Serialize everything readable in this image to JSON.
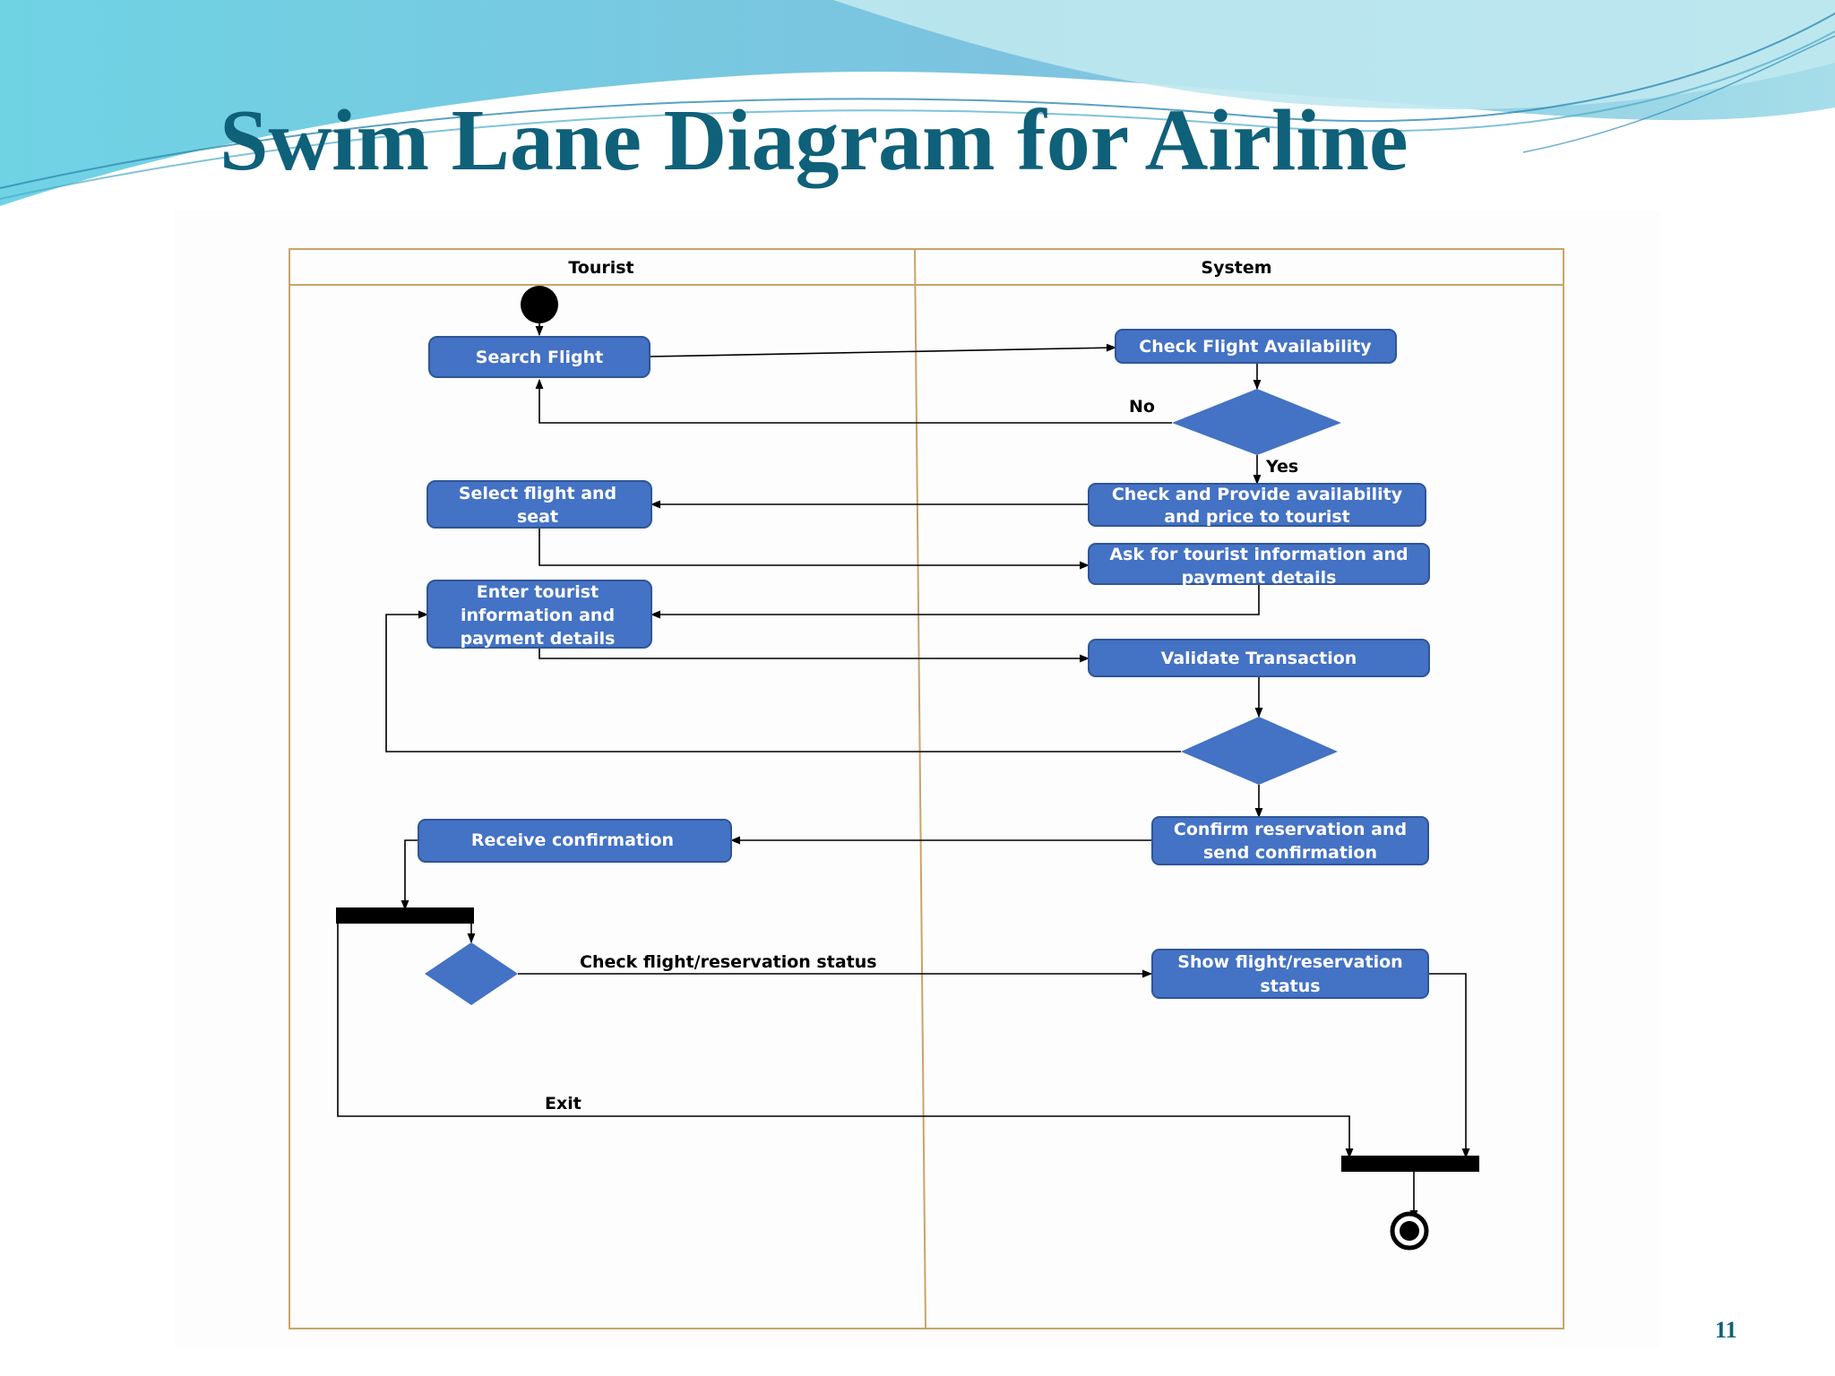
{
  "slide": {
    "title": "Swim Lane Diagram for Airline",
    "page_number": "11",
    "colors": {
      "title": "#0f6079",
      "wave_light": "#a9e2ec",
      "wave_mid": "#6cc6dd",
      "wave_dark": "#3b9fc4"
    }
  },
  "diagram": {
    "lanes": [
      {
        "id": "tourist",
        "title": "Tourist"
      },
      {
        "id": "system",
        "title": "System"
      }
    ],
    "nodes": {
      "search_flight": {
        "type": "action",
        "lane": "tourist",
        "lines": [
          "Search Flight"
        ]
      },
      "select_flight": {
        "type": "action",
        "lane": "tourist",
        "lines": [
          "Select flight and",
          "seat"
        ]
      },
      "enter_info": {
        "type": "action",
        "lane": "tourist",
        "lines": [
          "Enter tourist",
          "information and",
          "payment details"
        ]
      },
      "receive_confirmation": {
        "type": "action",
        "lane": "tourist",
        "lines": [
          "Receive confirmation"
        ]
      },
      "check_availability": {
        "type": "action",
        "lane": "system",
        "lines": [
          "Check Flight Availability"
        ]
      },
      "provide_price": {
        "type": "action",
        "lane": "system",
        "lines": [
          "Check and Provide availability",
          "and price to tourist"
        ]
      },
      "ask_info": {
        "type": "action",
        "lane": "system",
        "lines": [
          "Ask for tourist information and",
          "payment details"
        ]
      },
      "validate": {
        "type": "action",
        "lane": "system",
        "lines": [
          "Validate Transaction"
        ]
      },
      "confirm_reservation": {
        "type": "action",
        "lane": "system",
        "lines": [
          "Confirm reservation and",
          "send confirmation"
        ]
      },
      "show_status": {
        "type": "action",
        "lane": "system",
        "lines": [
          "Show flight/reservation",
          "status"
        ]
      }
    },
    "edge_labels": {
      "no": "No",
      "yes": "Yes",
      "check_status": "Check flight/reservation status",
      "exit": "Exit"
    },
    "colors": {
      "node_fill": "#4472c4",
      "node_stroke": "#2f5597",
      "lane_border": "#c9a46b",
      "edge": "#000000"
    }
  }
}
